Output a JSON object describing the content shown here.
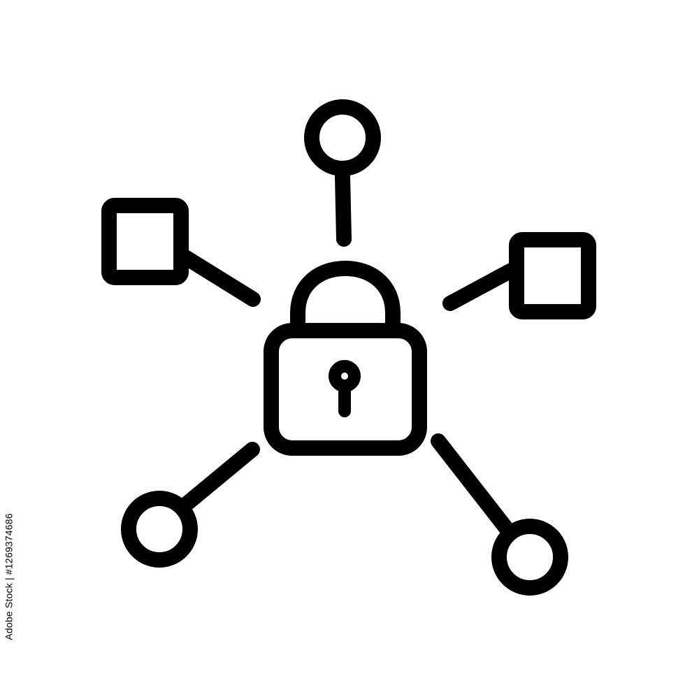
{
  "icon": {
    "name": "network-security-lock-icon",
    "stroke_color": "#000000",
    "background_color": "#ffffff",
    "center": "padlock-icon",
    "nodes": [
      "circle-node-top",
      "square-node-left",
      "square-node-right",
      "circle-node-bottom-left",
      "circle-node-bottom-right"
    ]
  },
  "watermark": {
    "stock_id": "Adobe Stock | #1269374686"
  }
}
